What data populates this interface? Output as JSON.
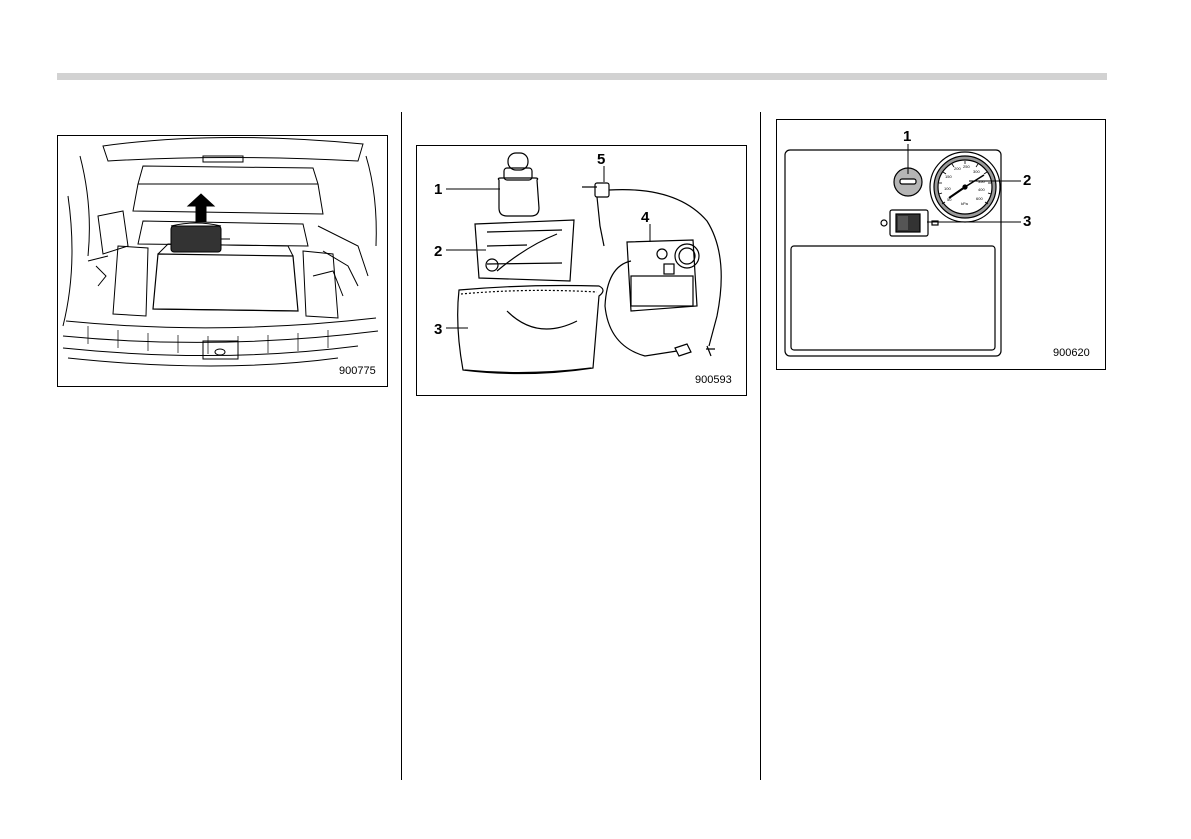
{
  "figures": [
    {
      "id": "900775",
      "callouts": []
    },
    {
      "id": "900593",
      "callouts": [
        "1",
        "2",
        "3",
        "4",
        "5"
      ]
    },
    {
      "id": "900620",
      "callouts": [
        "1",
        "2",
        "3"
      ]
    }
  ],
  "gauge": {
    "ticks": [
      "50",
      "100",
      "150",
      "200",
      "250",
      "300",
      "350",
      "400",
      "600"
    ],
    "unit": "kPa"
  }
}
